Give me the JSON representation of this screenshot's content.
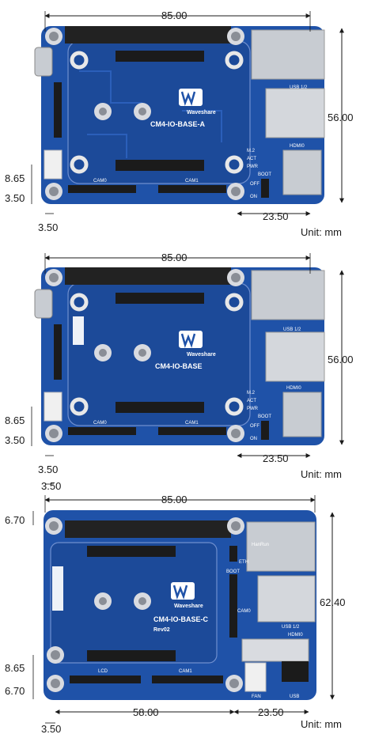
{
  "colors": {
    "pcb": "#1f52a8",
    "pcb_dark": "#173f86",
    "header_green": "#2e9a3c",
    "header_red": "#d6241c",
    "header_yellow": "#e6c322",
    "header_blue": "#1e8fd8",
    "metal": "#c8ccd2",
    "connector": "#1b1b1b"
  },
  "unit_label": "Unit: mm",
  "boards": [
    {
      "name": "CM4-IO-BASE-A",
      "dims": {
        "width": "85.00",
        "height": "56.00",
        "hole_offset": "3.50",
        "hole_offset_y": "3.50",
        "cam_offset": "8.65",
        "usb_offset": "23.50"
      },
      "labels": {
        "usb": "USB 1/2",
        "hdmi": "HDMI0",
        "cam0": "CAM0",
        "cam1": "CAM1",
        "m2": "M.2",
        "act": "ACT",
        "pwr": "PWR",
        "boot": "BOOT",
        "off": "OFF",
        "on": "ON",
        "brand": "Waveshare"
      }
    },
    {
      "name": "CM4-IO-BASE",
      "dims": {
        "width": "85.00",
        "height": "56.00",
        "hole_offset": "3.50",
        "hole_offset_y": "3.50",
        "cam_offset": "8.65",
        "usb_offset": "23.50"
      },
      "labels": {
        "usb": "USB 1/2",
        "hdmi": "HDMI0",
        "cam0": "CAM0",
        "cam1": "CAM1",
        "m2": "M.2",
        "act": "ACT",
        "pwr": "PWR",
        "boot": "BOOT",
        "off": "OFF",
        "on": "ON",
        "brand": "Waveshare"
      }
    },
    {
      "name": "CM4-IO-BASE-C",
      "rev": "Rev02",
      "dims": {
        "width": "85.00",
        "height": "62.40",
        "hole_offset": "3.50",
        "top_offset": "6.70",
        "cam_offset": "8.65",
        "bottom_offset": "6.70",
        "lcd_width": "58.00",
        "usb_offset": "23.50"
      },
      "labels": {
        "usb": "USB 1/2",
        "hdmi": "HDMI0",
        "cam0": "CAM0",
        "cam1": "CAM1",
        "lcd": "LCD",
        "fan": "FAN",
        "usb_small": "USB",
        "boot": "BOOT",
        "brand": "Waveshare",
        "hanrun": "HanRun",
        "eth": "ETH"
      }
    }
  ]
}
